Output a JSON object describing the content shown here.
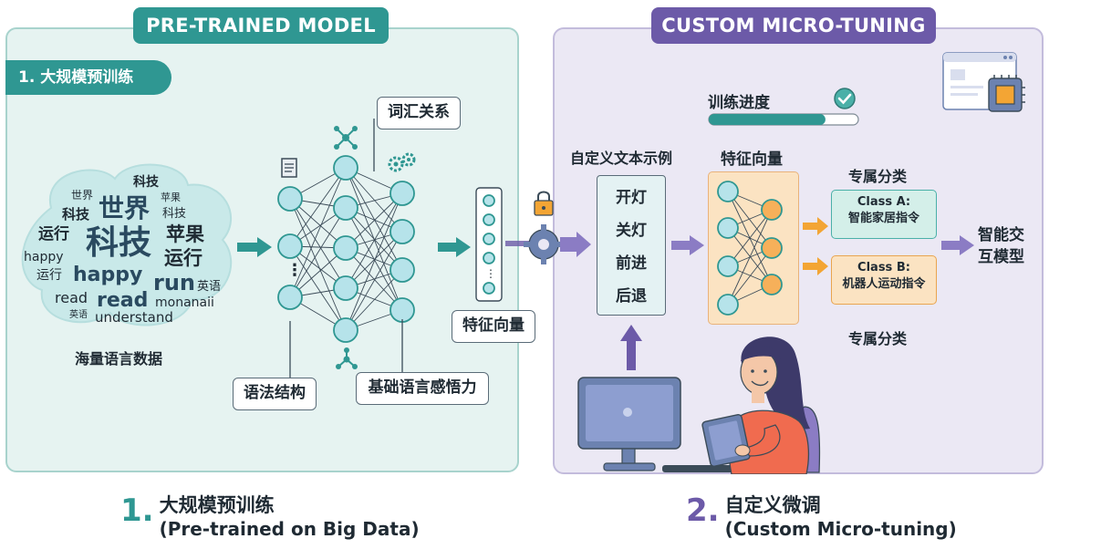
{
  "left_panel": {
    "tab_title": "PRE-TRAINED MODEL",
    "step_pill": "1. 大规模预训练",
    "word_cloud": {
      "words": [
        "科技",
        "世界",
        "苹果",
        "科技",
        "世界",
        "科技",
        "运行",
        "苹果",
        "科技",
        "运行",
        "happy",
        "运行",
        "happy",
        "run",
        "英语",
        "read",
        "read",
        "monanaii",
        "英语",
        "understand"
      ],
      "caption": "海量语言数据"
    },
    "network_dots": "⋮",
    "labels": {
      "vocab": "词汇关系",
      "grammar": "语法结构",
      "language_sense": "基础语言感悟力",
      "feature_vector": "特征向量"
    }
  },
  "right_panel": {
    "tab_title": "CUSTOM MICRO-TUNING",
    "progress_label": "训练进度",
    "progress_value": 0.78,
    "custom_examples_label": "自定义文本示例",
    "commands": [
      "开灯",
      "关灯",
      "前进",
      "后退"
    ],
    "feature_vector_label": "特征向量",
    "exclusive_label_top": "专属分类",
    "exclusive_label_bottom": "专属分类",
    "class_a": {
      "title": "Class A:",
      "desc": "智能家居指令"
    },
    "class_b": {
      "title": "Class B:",
      "desc": "机器人运动指令"
    },
    "output_line1": "智能交",
    "output_line2": "互模型"
  },
  "captions": {
    "left": {
      "num": "1.",
      "title": "大规模预训练",
      "sub": "(Pre-trained on Big Data)"
    },
    "right": {
      "num": "2.",
      "title": "自定义微调",
      "sub": "(Custom Micro-tuning)"
    }
  },
  "colors": {
    "teal": "#2f9792",
    "purple": "#6c5aa8",
    "node_teal": "#b6e3ea",
    "node_orange": "#f6b05a",
    "orange_panel": "#fbe3c2"
  }
}
